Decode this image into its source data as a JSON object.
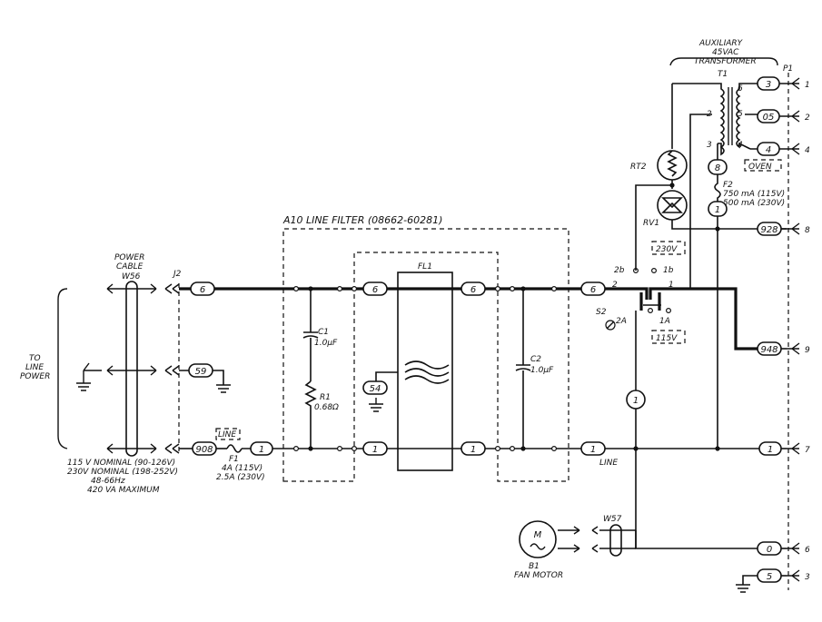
{
  "filter": {
    "title": "A10 LINE FILTER (08662-60281)",
    "fl1": "FL1",
    "c1_name": "C1",
    "c1_value": "1.0μF",
    "r1_name": "R1",
    "r1_value": "0.68Ω",
    "c2_name": "C2",
    "c2_value": "1.0μF"
  },
  "power": {
    "cable_line1": "POWER",
    "cable_line2": "CABLE",
    "w56": "W56",
    "j2": "J2",
    "to_line_1": "TO",
    "to_line_2": "LINE",
    "to_line_3": "POWER",
    "spec": [
      "115 V NOMINAL (90-126V)",
      "230V NOMINAL (198-252V)",
      "48-66Hz",
      "420 VA MAXIMUM"
    ]
  },
  "fuse": {
    "box_label": "LINE",
    "name": "F1",
    "rating1": "4A (115V)",
    "rating2": "2.5A (230V)"
  },
  "transformer": {
    "line1": "AUXILIARY",
    "line2": "45VAC",
    "line3": "TRANSFORMER",
    "name": "T1",
    "connector": "P1",
    "oven": "OVEN",
    "f2": "F2",
    "f2_r1": "750 mA (115V)",
    "f2_r2": "500 mA (230V)",
    "rt2": "RT2",
    "rv1": "RV1",
    "pin_6": "6",
    "pin_5": "5",
    "pin_4": "4",
    "pin_2": "2",
    "pin_3": "3"
  },
  "switch": {
    "name": "S2",
    "sel_230": "230V",
    "sel_115": "115V",
    "p2b": "2b",
    "p1b": "1b",
    "p2a": "2A",
    "p1a": "1A",
    "p2": "2",
    "p1": "1"
  },
  "fan": {
    "m": "M",
    "name": "B1",
    "label": "FAN MOTOR",
    "w57": "W57"
  },
  "wire_line": "LINE",
  "wire_numbers": {
    "a": "6",
    "b": "59",
    "c": "908",
    "d": "1",
    "e": "6",
    "f": "1",
    "g": "54",
    "h": "6",
    "i": "1",
    "j": "6",
    "k": "1",
    "l": "1",
    "m": "8",
    "n": "1",
    "t3": "3",
    "t05": "05",
    "t4": "4",
    "w928": "928",
    "w948": "948",
    "r1": "1",
    "r0": "0",
    "r5": "5"
  },
  "p1_pins": [
    "1",
    "2",
    "4",
    "8",
    "9",
    "7",
    "6",
    "3"
  ]
}
